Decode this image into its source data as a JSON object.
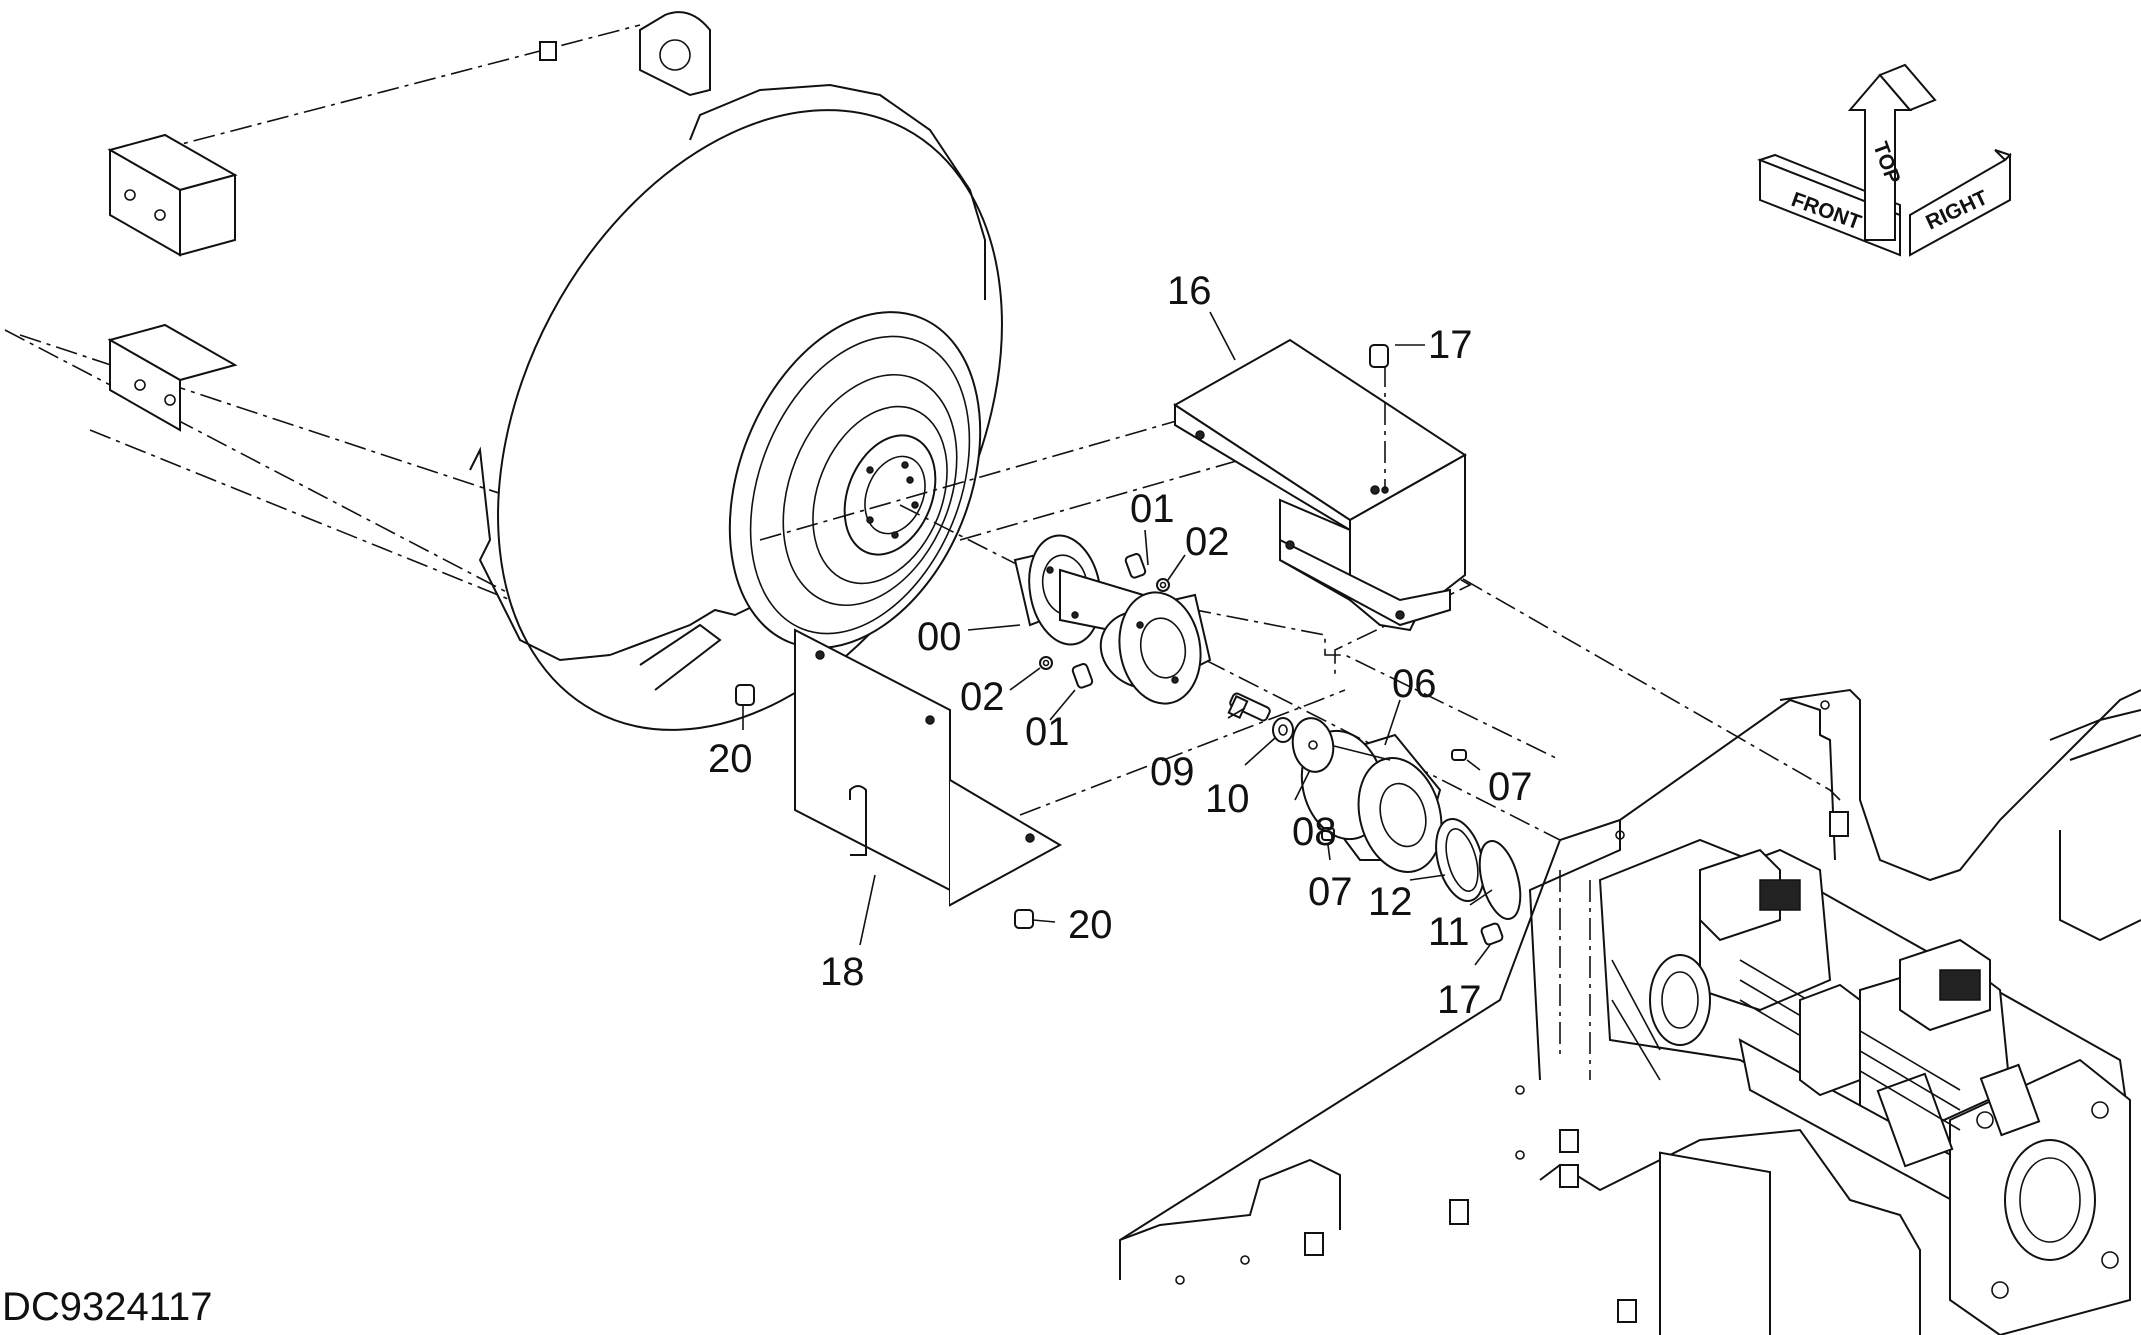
{
  "drawing_code": "DC9324117",
  "part_labels": {
    "p00": "00",
    "p01a": "01",
    "p01b": "01",
    "p02a": "02",
    "p02b": "02",
    "p06": "06",
    "p07a": "07",
    "p07b": "07",
    "p08": "08",
    "p09": "09",
    "p10": "10",
    "p11": "11",
    "p12": "12",
    "p16": "16",
    "p17a": "17",
    "p17b": "17",
    "p18": "18",
    "p20a": "20",
    "p20b": "20"
  },
  "orientation": {
    "front": "FRONT",
    "top": "TOP",
    "right": "RIGHT"
  }
}
